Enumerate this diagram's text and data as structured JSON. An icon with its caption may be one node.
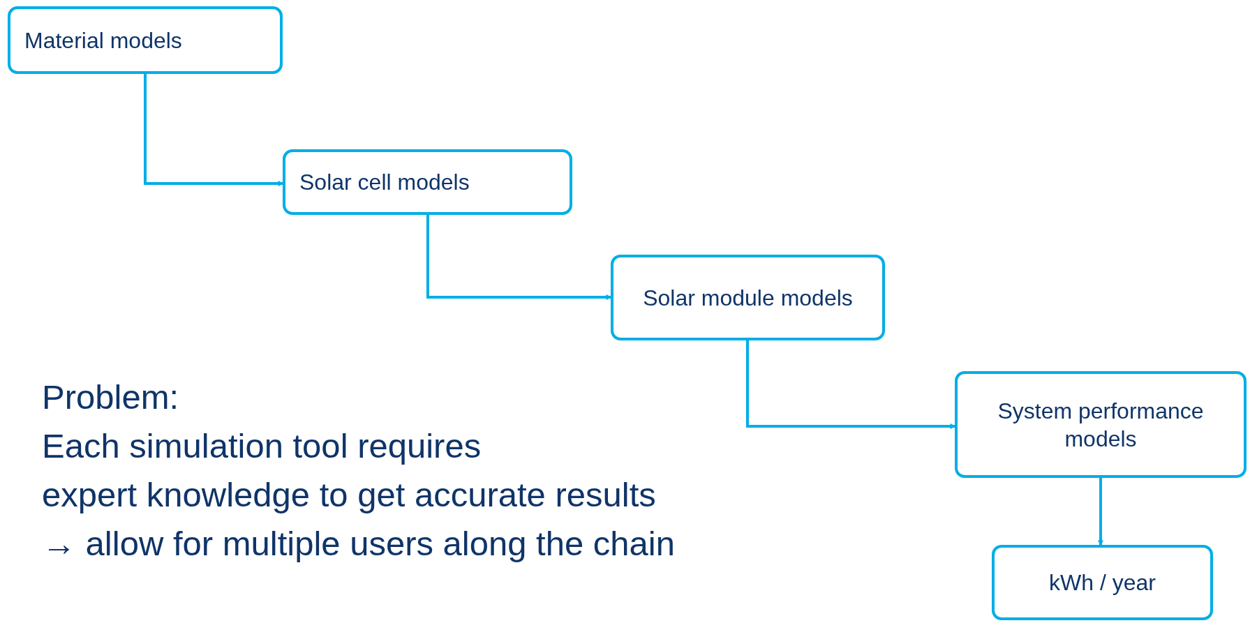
{
  "diagram": {
    "nodes": [
      {
        "text": [
          "Material models"
        ]
      },
      {
        "text": [
          "Solar cell models"
        ]
      },
      {
        "text": [
          "Solar module models"
        ]
      },
      {
        "text": [
          "System performance models"
        ]
      },
      {
        "text": [
          "kWh / year"
        ]
      }
    ],
    "edges": [
      {
        "from": 0,
        "to": 1,
        "arrow": "to"
      },
      {
        "from": 1,
        "to": 2,
        "arrow": "to"
      },
      {
        "from": 2,
        "to": 3,
        "arrow": "to"
      },
      {
        "from": 3,
        "to": 4,
        "arrow": "to"
      }
    ],
    "labels": [
      "Problem:",
      "Each simulation tool requires",
      "expert knowledge to get accurate results",
      "→ allow for multiple users along the chain"
    ]
  }
}
